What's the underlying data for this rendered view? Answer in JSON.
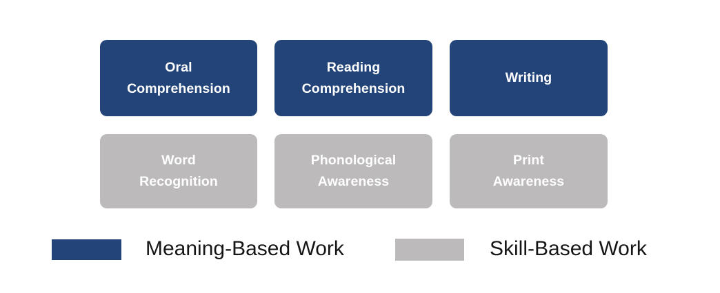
{
  "diagram": {
    "type": "grid-diagram",
    "background_color": "#ffffff",
    "rows": [
      {
        "category": "Meaning-Based Work",
        "color": "#234478",
        "boxes": [
          {
            "label": "Oral Comprehension",
            "lines": [
              "Oral",
              "Comprehension"
            ]
          },
          {
            "label": "Reading Comprehension",
            "lines": [
              "Reading",
              "Comprehension"
            ]
          },
          {
            "label": "Writing",
            "lines": [
              "Writing"
            ]
          }
        ]
      },
      {
        "category": "Skill-Based Work",
        "color": "#bcbabb",
        "boxes": [
          {
            "label": "Word Recognition",
            "lines": [
              "Word",
              "Recognition"
            ]
          },
          {
            "label": "Phonological Awareness",
            "lines": [
              "Phonological",
              "Awareness"
            ]
          },
          {
            "label": "Print Awareness",
            "lines": [
              "Print",
              "Awareness"
            ]
          }
        ]
      }
    ]
  },
  "legend": {
    "items": [
      {
        "label": "Meaning-Based Work",
        "color": "#234478"
      },
      {
        "label": "Skill-Based Work",
        "color": "#bcbabb"
      }
    ]
  }
}
